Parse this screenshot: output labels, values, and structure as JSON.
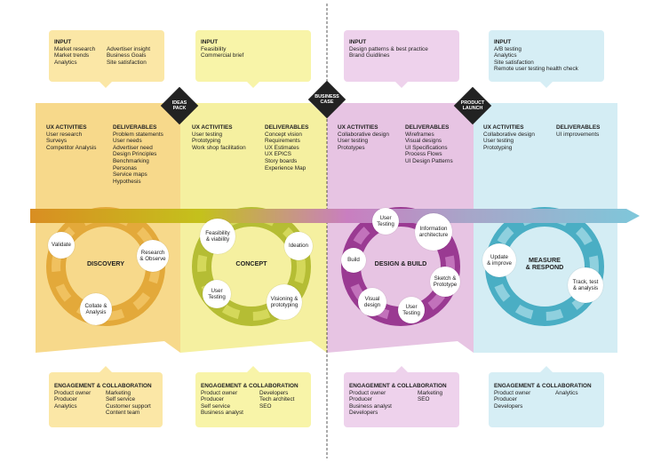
{
  "colors": {
    "discovery": "#f7d98b",
    "discovery_box": "#fbe7a6",
    "concept": "#f5f0a0",
    "concept_box": "#f8f4a8",
    "design": "#e7c4e3",
    "design_box": "#eed2ec",
    "measure": "#d4edf4",
    "measure_box": "#d6eef5",
    "diamond": "#222222"
  },
  "inputs": [
    {
      "title": "INPUT",
      "col1": [
        "Market research",
        "Market trends",
        "Analytics"
      ],
      "col2": [
        "Advertiser insight",
        "Business Goals",
        "Site satisfaction"
      ]
    },
    {
      "title": "INPUT",
      "col1": [
        "Feasibility",
        "Commercial brief"
      ],
      "col2": []
    },
    {
      "title": "INPUT",
      "col1": [
        "Design patterns & best practice",
        "Brand Guidlines"
      ],
      "col2": []
    },
    {
      "title": "INPUT",
      "col1": [
        "A/B testing",
        "Analytics",
        "Site satisfaction",
        "Remote user testing health check"
      ],
      "col2": []
    }
  ],
  "milestones": [
    {
      "label": [
        "IDEAS",
        "PACK"
      ]
    },
    {
      "label": [
        "BUSINESS",
        "CASE"
      ]
    },
    {
      "label": [
        "PRODUCT",
        "LAUNCH"
      ]
    }
  ],
  "phases": [
    {
      "ux_title": "UX ACTIVITIES",
      "ux": [
        "User research",
        "Surveys",
        "Competitor Analysis"
      ],
      "del_title": "DELIVERABLES",
      "del": [
        "Problem statements",
        "User needs",
        "Advertiser need",
        "Design Principles",
        "Benchmarking",
        "Personas",
        "Service maps",
        "Hypothesis"
      ]
    },
    {
      "ux_title": "UX ACTIVITIES",
      "ux": [
        "User testing",
        "Prototyping",
        "Work shop facilitation"
      ],
      "del_title": "DELIVERABLES",
      "del": [
        "Concept vision",
        "Requirements",
        "UX Estimates",
        "UX EPICS",
        "Story boards",
        "Experience Map"
      ]
    },
    {
      "ux_title": "UX ACTIVITIES",
      "ux": [
        "Collaborative design",
        "User testing",
        "Prototypes"
      ],
      "del_title": "DELIVERABLES",
      "del": [
        "Wireframes",
        "Visual designs",
        "UI Specifications",
        "Process Flows",
        "UI Design Patterns"
      ]
    },
    {
      "ux_title": "UX ACTIVITIES",
      "ux": [
        "Collaborative design",
        "User testing",
        "Prototyping"
      ],
      "del_title": "DELIVERABLES",
      "del": [
        "UI improvements"
      ]
    }
  ],
  "cycles": [
    {
      "name": [
        "DISCOVERY"
      ],
      "steps": [
        [
          "Validate"
        ],
        [
          "Research",
          "& Observe"
        ],
        [
          "Collate &",
          "Analysis"
        ]
      ]
    },
    {
      "name": [
        "CONCEPT"
      ],
      "steps": [
        [
          "Feasibility",
          "& viability"
        ],
        [
          "Ideation"
        ],
        [
          "Visioning &",
          "prototyping"
        ],
        [
          "User",
          "Testing"
        ]
      ]
    },
    {
      "name": [
        "DESIGN & BUILD"
      ],
      "steps": [
        [
          "User",
          "Testing"
        ],
        [
          "Information",
          "architecture"
        ],
        [
          "Sketch &",
          "Prototype"
        ],
        [
          "User",
          "Testing"
        ],
        [
          "Visual",
          "design"
        ],
        [
          "Build"
        ]
      ]
    },
    {
      "name": [
        "MEASURE",
        "& RESPOND"
      ],
      "steps": [
        [
          "Update",
          "& improve"
        ],
        [
          "Track, test",
          "& analysis"
        ]
      ]
    }
  ],
  "engagement": [
    {
      "title": "ENGAGEMENT & COLLABORATION",
      "col1": [
        "Product owner",
        "Producer",
        "Analytics"
      ],
      "col2": [
        "Marketing",
        "Self service",
        "Customer support",
        "Content team"
      ]
    },
    {
      "title": "ENGAGEMENT & COLLABORATION",
      "col1": [
        "Product owner",
        "Producer",
        "Self service",
        "Business analyst"
      ],
      "col2": [
        "Developers",
        "Tech architect",
        "SEO"
      ]
    },
    {
      "title": "ENGAGEMENT & COLLABORATION",
      "col1": [
        "Product owner",
        "Producer",
        "Business analyst",
        "Developers"
      ],
      "col2": [
        "Marketing",
        "SEO"
      ]
    },
    {
      "title": "ENGAGEMENT & COLLABORATION",
      "col1": [
        "Product owner",
        "Producer",
        "Developers"
      ],
      "col2": [
        "Analytics"
      ]
    }
  ]
}
